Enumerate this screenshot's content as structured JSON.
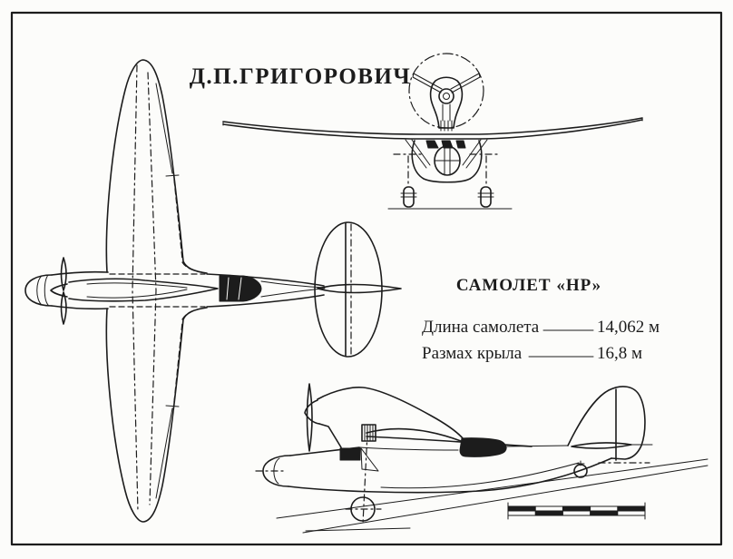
{
  "style": {
    "ink": "#1c1c1c",
    "paper": "#fcfcfa"
  },
  "title": "Д.П.ГРИГОРОВИЧ",
  "aircraft": {
    "name": "САМОЛЕТ «НР»",
    "specs": [
      {
        "label": "Длина самолета",
        "value": "14,062 м"
      },
      {
        "label": "Размах крыла",
        "value": "16,8 м"
      }
    ]
  }
}
